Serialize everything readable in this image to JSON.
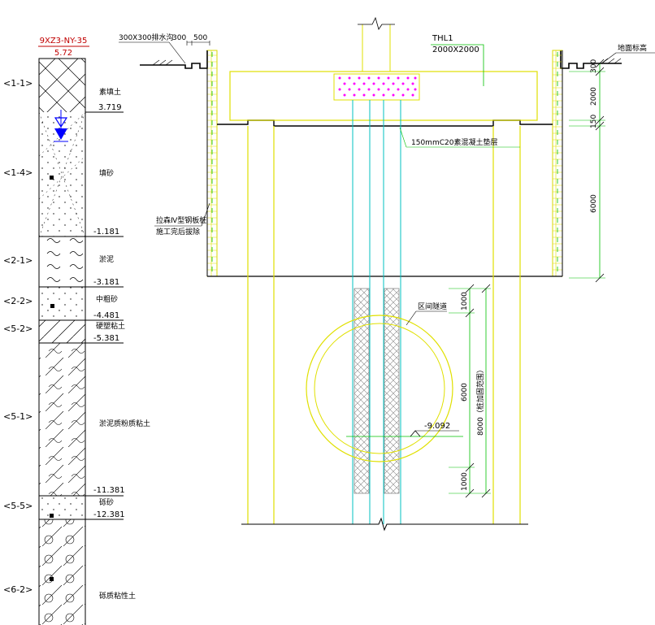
{
  "borehole": {
    "id": "9XZ3-NY-35",
    "top_elevation": "5.72",
    "layers": [
      {
        "code": "<1-1>",
        "name": "素填土",
        "bottom": "3.719"
      },
      {
        "code": "<1-4>",
        "name": "填砂",
        "bottom": "-1.181"
      },
      {
        "code": "<2-1>",
        "name": "淤泥",
        "bottom": "-3.181"
      },
      {
        "code": "<2-2>",
        "name": "中粗砂",
        "bottom": "-4.481"
      },
      {
        "code": "<5-2>",
        "name": "硬塑粘土",
        "bottom": "-5.381"
      },
      {
        "code": "<5-1>",
        "name": "淤泥质粉质粘土",
        "bottom": "-11.381"
      },
      {
        "code": "<5-5>",
        "name": "砾砂",
        "bottom": "-12.381"
      },
      {
        "code": "<6-2>",
        "name": "砾质粘性土",
        "bottom": ""
      }
    ]
  },
  "section": {
    "drain_label": "300X300排水沟",
    "drain_dim_1": "300",
    "drain_dim_2": "500",
    "beam_label": "THL1",
    "beam_size": "2000X2000",
    "ground_label": "地面标高",
    "dim_top": "300",
    "dim_beam": "2000",
    "dim_cushion": "150",
    "dim_pit": "6000",
    "cushion_label": "150mmC20素混凝土垫层",
    "pile_label_1": "拉森Ⅳ型钢板桩",
    "pile_label_2": "施工完后拔除",
    "tunnel_label": "区间隧道",
    "tunnel_elevation": "-9.092",
    "dim_reinforce_top": "1000",
    "dim_tunnel": "6000",
    "dim_reinforce_bottom": "1000",
    "dim_total": "8000（桩加固范围）"
  }
}
